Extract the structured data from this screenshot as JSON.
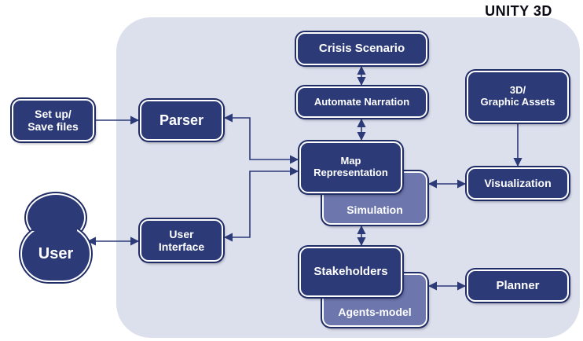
{
  "diagram": {
    "title": "UNITY 3D",
    "colors": {
      "node_fill": "#2c3a78",
      "node_back_fill": "#6d76ad",
      "region_fill": "#dcdfec",
      "arrow": "#2c3a78"
    },
    "nodes": {
      "crisis_scenario": "Crisis Scenario",
      "automate_narration": "Automate Narration",
      "graphic_assets": "3D/\nGraphic Assets",
      "setup_save_files": "Set up/\nSave files",
      "parser": "Parser",
      "map_representation": "Map\nRepresentation",
      "simulation": "Simulation",
      "visualization": "Visualization",
      "user_interface": "User\nInterface",
      "user": "User",
      "stakeholders": "Stakeholders",
      "agents_model": "Agents-model",
      "planner": "Planner"
    },
    "edges": [
      {
        "from": "crisis_scenario",
        "to": "automate_narration",
        "arrows": "both"
      },
      {
        "from": "automate_narration",
        "to": "map_representation",
        "arrows": "both"
      },
      {
        "from": "setup_save_files",
        "to": "parser",
        "arrows": "end"
      },
      {
        "from": "map_representation",
        "to": "parser",
        "arrows": "both"
      },
      {
        "from": "map_representation",
        "to": "user_interface",
        "arrows": "both"
      },
      {
        "from": "user_interface",
        "to": "user",
        "arrows": "both"
      },
      {
        "from": "simulation",
        "to": "visualization",
        "arrows": "both"
      },
      {
        "from": "graphic_assets",
        "to": "visualization",
        "arrows": "end"
      },
      {
        "from": "simulation",
        "to": "stakeholders",
        "arrows": "both"
      },
      {
        "from": "agents_model",
        "to": "planner",
        "arrows": "both"
      }
    ]
  }
}
